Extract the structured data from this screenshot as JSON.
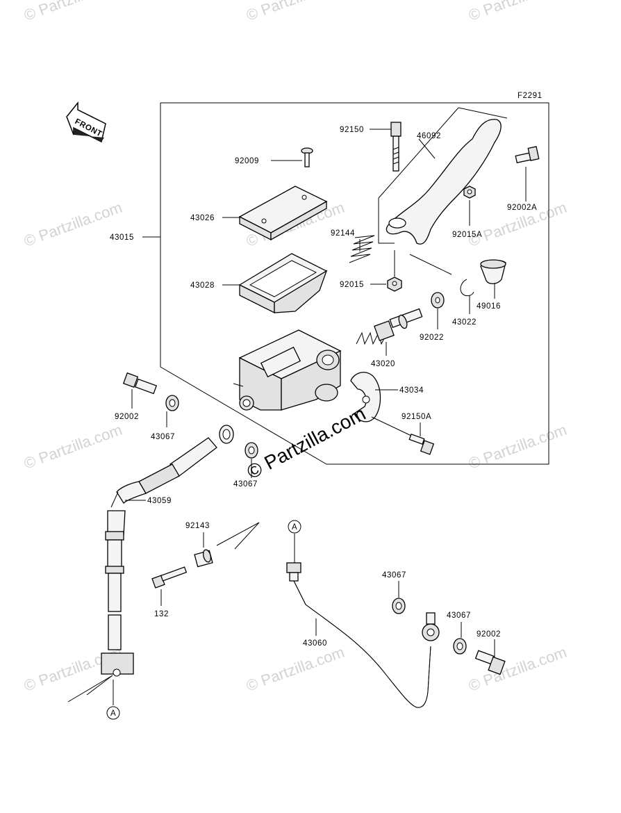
{
  "figure_code": "F2291",
  "front_label": "FRONT",
  "ref_marker": "A",
  "watermark_small": "Partzilla.com",
  "watermark_large": "Partzilla.com",
  "labels": {
    "p92150": "92150",
    "p46092": "46092",
    "p92009": "92009",
    "p92002A": "92002A",
    "p43026": "43026",
    "p92144": "92144",
    "p92015A": "92015A",
    "p43015": "43015",
    "p43028": "43028",
    "p92015": "92015",
    "p49016": "49016",
    "p43022": "43022",
    "p92022": "92022",
    "p43020": "43020",
    "p43034": "43034",
    "p92002_top": "92002",
    "p43067_a": "43067",
    "p92150A": "92150A",
    "p43067_b": "43067",
    "p43059": "43059",
    "p92143": "92143",
    "p132": "132",
    "p43067_c": "43067",
    "p43060": "43060",
    "p43067_d": "43067",
    "p92002_bottom": "92002"
  }
}
